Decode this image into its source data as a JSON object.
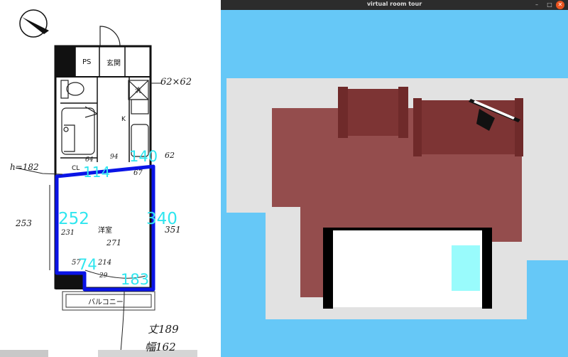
{
  "window": {
    "title": "virtual room tour",
    "minimize_glyph": "–",
    "maximize_glyph": "□",
    "close_glyph": "✕"
  },
  "colors": {
    "sky": "#66c8f7",
    "floor": "#e2e2e2",
    "rug": "#944d4d",
    "sofa": "#7d3434",
    "bed_frame": "#000000",
    "bed_sheet": "#ffffff",
    "pillow": "#99fbfc",
    "plan_outline": "#0a14e6",
    "dimension_text": "#2fe6ef",
    "close_button": "#e95420"
  },
  "floor_plan": {
    "room_labels": {
      "ps": "PS",
      "entrance": "玄関",
      "closet": "CL",
      "kitchen": "K",
      "washer": "洗",
      "western_room": "洋室",
      "balcony": "バルコニー"
    },
    "handwritten": {
      "washer_size": "62×62",
      "ceiling_height": "h=182",
      "left_width": "253",
      "inner_width": "231",
      "right_width": "351",
      "right_top": "62",
      "small_94": "94",
      "small_67": "67",
      "small_64": "64",
      "room_depth": "271",
      "bottom_a": "57",
      "bottom_b": "214",
      "bottom_c": "29",
      "window_height": "丈189",
      "window_width": "幅162"
    },
    "dimensions": {
      "top_left": "114",
      "top_right": "140",
      "left_side": "252",
      "right_side": "340",
      "bottom_left": "74",
      "bottom_right": "183"
    }
  },
  "scene": {
    "objects": [
      "floor",
      "rug",
      "sofa",
      "armchair",
      "laptop",
      "bed",
      "pillow"
    ]
  }
}
